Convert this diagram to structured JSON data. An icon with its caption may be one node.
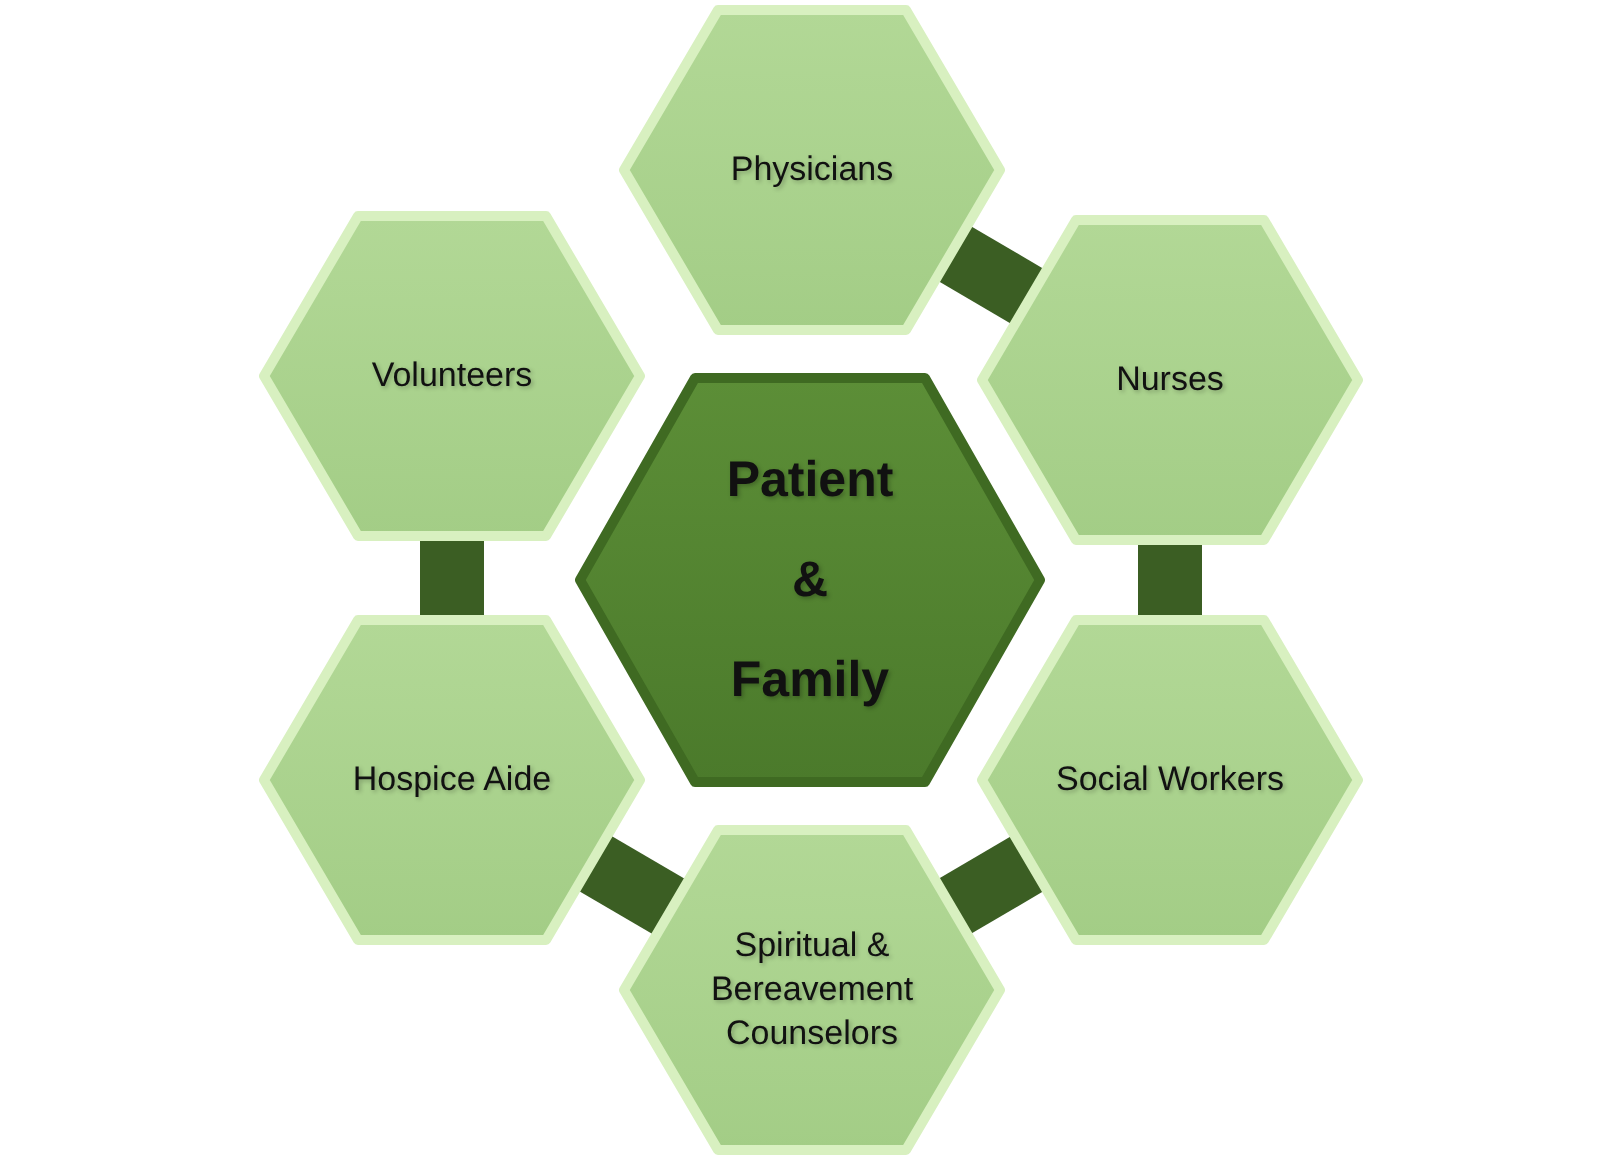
{
  "diagram": {
    "nodes": [
      {
        "text": [
          "Patient & Family"
        ]
      },
      {
        "text": [
          "Physicians"
        ]
      },
      {
        "text": [
          "Nurses"
        ]
      },
      {
        "text": [
          "Social Workers"
        ]
      },
      {
        "text": [
          "Spiritual & Bereavement Counselors"
        ]
      },
      {
        "text": [
          "Hospice Aide"
        ]
      },
      {
        "text": [
          "Volunteers"
        ]
      }
    ],
    "edges": [
      {
        "from": 1,
        "to": 2,
        "arrow": "none"
      },
      {
        "from": 2,
        "to": 3,
        "arrow": "none"
      },
      {
        "from": 3,
        "to": 4,
        "arrow": "none"
      },
      {
        "from": 4,
        "to": 5,
        "arrow": "none"
      },
      {
        "from": 5,
        "to": 6,
        "arrow": "none"
      }
    ]
  }
}
